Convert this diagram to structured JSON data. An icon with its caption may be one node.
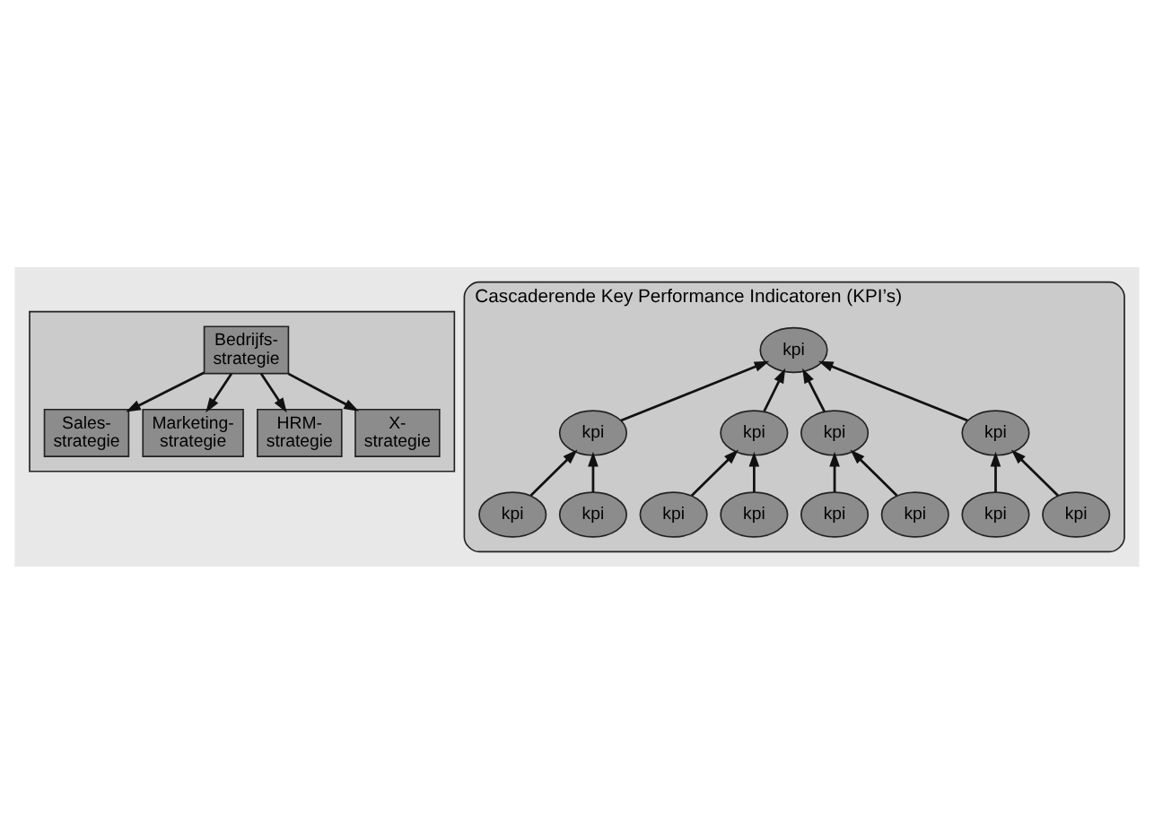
{
  "diagram": {
    "nodes": [
      {
        "text": [],
        "shape": "box"
      },
      {
        "text": [
          "Bedrijfs- strategie"
        ],
        "in": 0
      },
      {
        "text": [
          "Sales- strategie"
        ],
        "in": 0
      },
      {
        "text": [
          "Marketing- strategie"
        ],
        "in": 0
      },
      {
        "text": [
          "HRM- strategie"
        ],
        "in": 0
      },
      {
        "text": [
          "X- strategie"
        ],
        "in": 0
      },
      {
        "text": [
          "Cascaderende Key Performance Indicatoren (KPI’s)"
        ]
      },
      {
        "text": [
          "kpi"
        ],
        "in": 6
      },
      {
        "text": [
          "kpi"
        ],
        "in": 6
      },
      {
        "text": [
          "kpi"
        ],
        "in": 6
      },
      {
        "text": [
          "kpi"
        ],
        "in": 6
      },
      {
        "text": [
          "kpi"
        ],
        "in": 6
      },
      {
        "text": [
          "kpi"
        ],
        "in": 6
      },
      {
        "text": [
          "kpi"
        ],
        "in": 6
      },
      {
        "text": [
          "kpi"
        ],
        "in": 6
      },
      {
        "text": [
          "kpi"
        ],
        "in": 6
      },
      {
        "text": [
          "kpi"
        ],
        "in": 6
      },
      {
        "text": [
          "kpi"
        ],
        "in": 6
      },
      {
        "text": [
          "kpi"
        ],
        "in": 6
      },
      {
        "text": [
          "kpi"
        ],
        "in": 6
      }
    ],
    "edges": [
      {
        "from": 1,
        "to": 2,
        "arrow": "to"
      },
      {
        "from": 1,
        "to": 3,
        "arrow": "to"
      },
      {
        "from": 1,
        "to": 4,
        "arrow": "to"
      },
      {
        "from": 1,
        "to": 5,
        "arrow": "to"
      },
      {
        "from": 8,
        "to": 7,
        "arrow": "to"
      },
      {
        "from": 9,
        "to": 7,
        "arrow": "to"
      },
      {
        "from": 10,
        "to": 7,
        "arrow": "to"
      },
      {
        "from": 11,
        "to": 7,
        "arrow": "to"
      },
      {
        "from": 12,
        "to": 8,
        "arrow": "to"
      },
      {
        "from": 13,
        "to": 8,
        "arrow": "to"
      },
      {
        "from": 14,
        "to": 9,
        "arrow": "to"
      },
      {
        "from": 15,
        "to": 9,
        "arrow": "to"
      },
      {
        "from": 16,
        "to": 10,
        "arrow": "to"
      },
      {
        "from": 17,
        "to": 10,
        "arrow": "to"
      },
      {
        "from": 18,
        "to": 11,
        "arrow": "to"
      },
      {
        "from": 19,
        "to": 11,
        "arrow": "to"
      }
    ]
  }
}
